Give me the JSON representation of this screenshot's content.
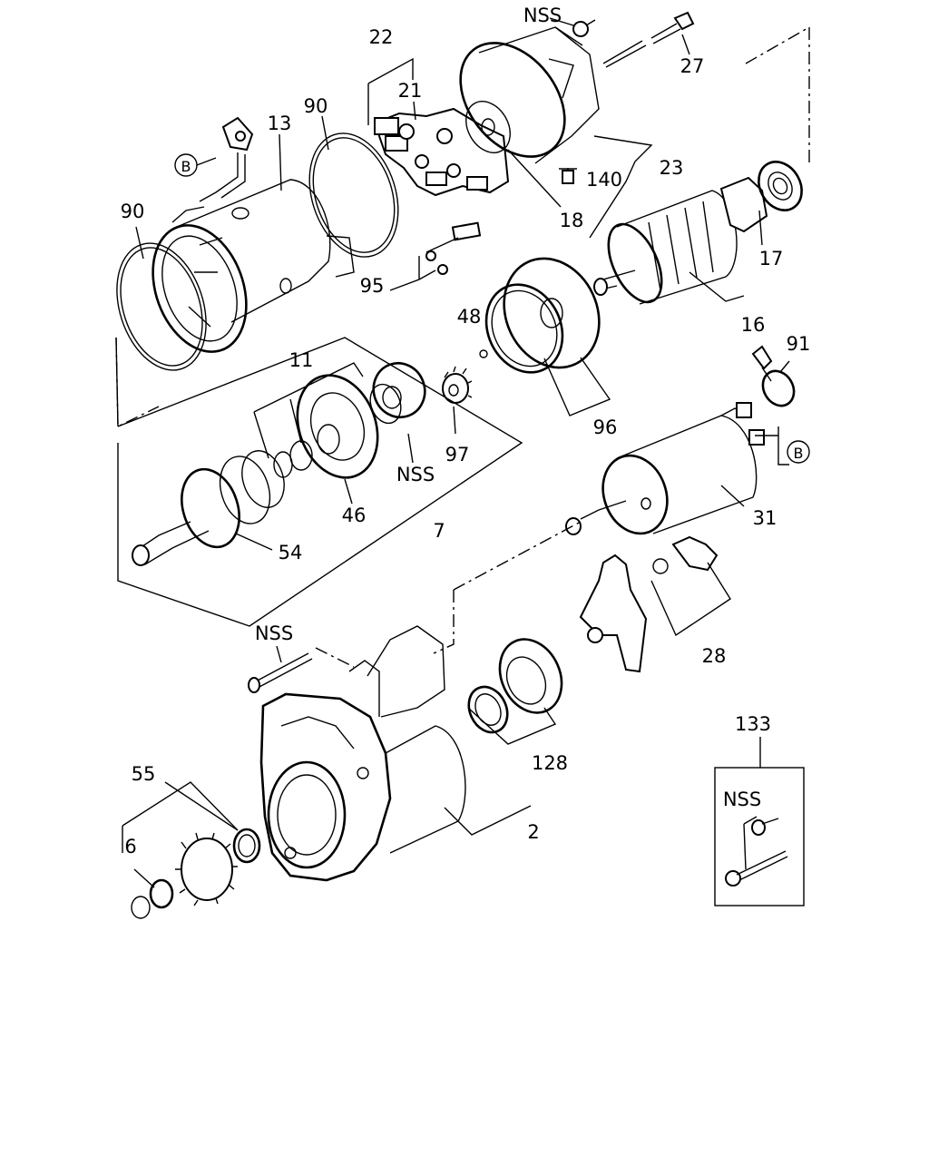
{
  "diagram": {
    "labels": {
      "p2": "2",
      "p6": "6",
      "p7": "7",
      "p11": "11",
      "p13": "13",
      "p16": "16",
      "p17": "17",
      "p18": "18",
      "p21": "21",
      "p22": "22",
      "p23": "23",
      "p27": "27",
      "p28": "28",
      "p31": "31",
      "p46": "46",
      "p48": "48",
      "p54": "54",
      "p55": "55",
      "p90a": "90",
      "p90b": "90",
      "p91": "91",
      "p95": "95",
      "p96": "96",
      "p97": "97",
      "p128": "128",
      "p133": "133",
      "p140": "140",
      "nss_top": "NSS",
      "nss_mid": "NSS",
      "nss_bolt": "NSS",
      "nss_box": "NSS",
      "ref_b1": "B",
      "ref_b2": "B"
    }
  }
}
